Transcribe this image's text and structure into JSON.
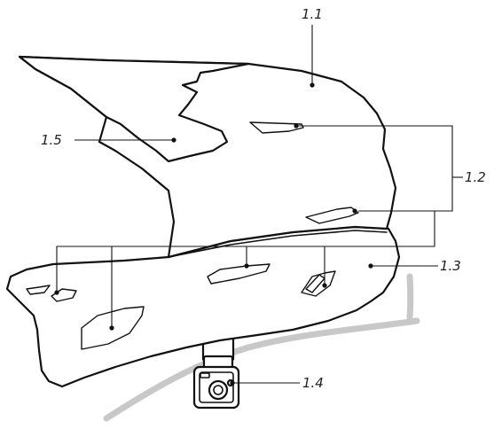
{
  "callouts": {
    "shell": "1.1",
    "vents": "1.2",
    "chin_guard": "1.3",
    "camera_mount": "1.4",
    "visor": "1.5"
  }
}
